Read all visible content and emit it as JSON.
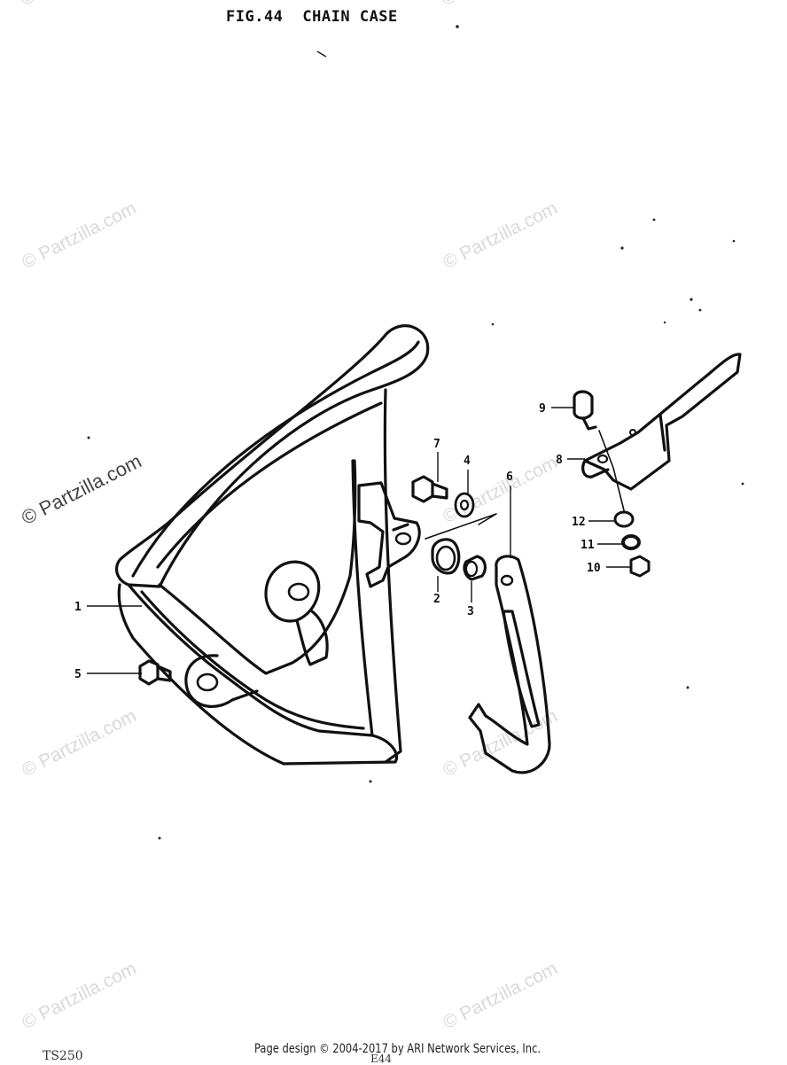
{
  "title": {
    "fig": "FIG.44",
    "name": "CHAIN CASE"
  },
  "watermark": {
    "text": "© Partzilla.com"
  },
  "footer": {
    "copyright": "Page design © 2004-2017 by ARI Network Services, Inc."
  },
  "model_label": "TS250",
  "page_code": "E44",
  "callouts": {
    "c1": "1",
    "c2": "2",
    "c3": "3",
    "c4": "4",
    "c5": "5",
    "c6": "6",
    "c7": "7",
    "c8": "8",
    "c9": "9",
    "c10": "10",
    "c11": "11",
    "c12": "12"
  },
  "colors": {
    "line": "#111111",
    "watermark": "#d9d9d9",
    "background": "#ffffff"
  }
}
